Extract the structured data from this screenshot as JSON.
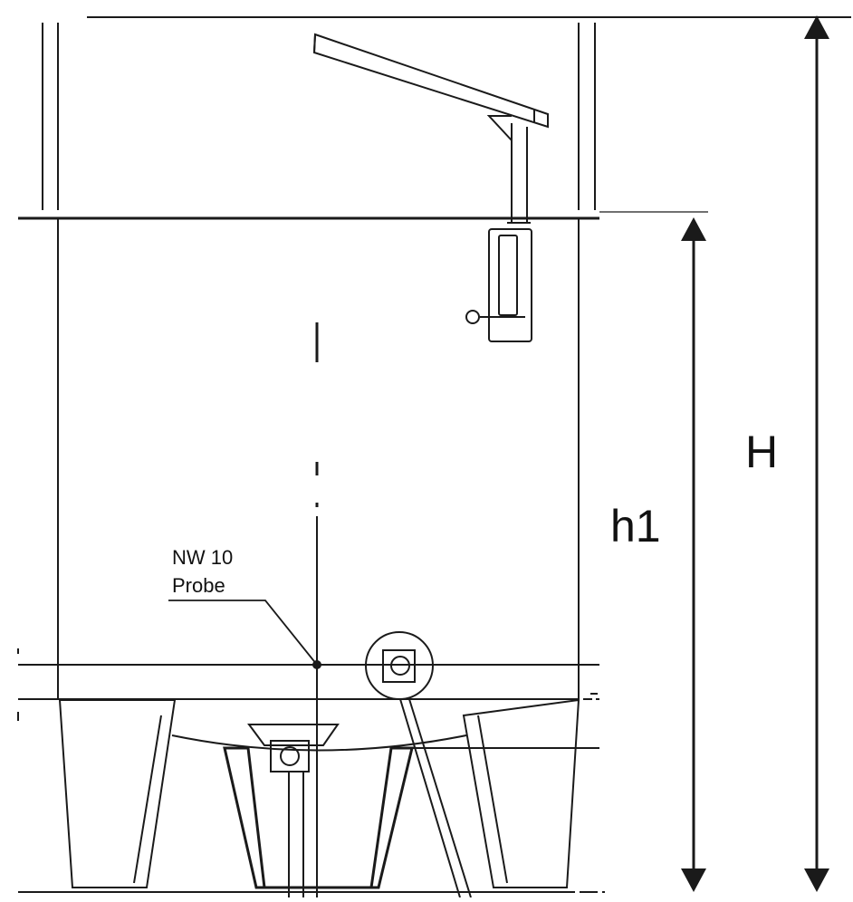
{
  "diagram": {
    "labels": {
      "total_height": "H",
      "fill_height": "h1",
      "probe_line1": "NW 10",
      "probe_line2": "Probe"
    },
    "colors": {
      "line": "#1a1a1a",
      "text": "#111111",
      "background": "#ffffff"
    }
  }
}
